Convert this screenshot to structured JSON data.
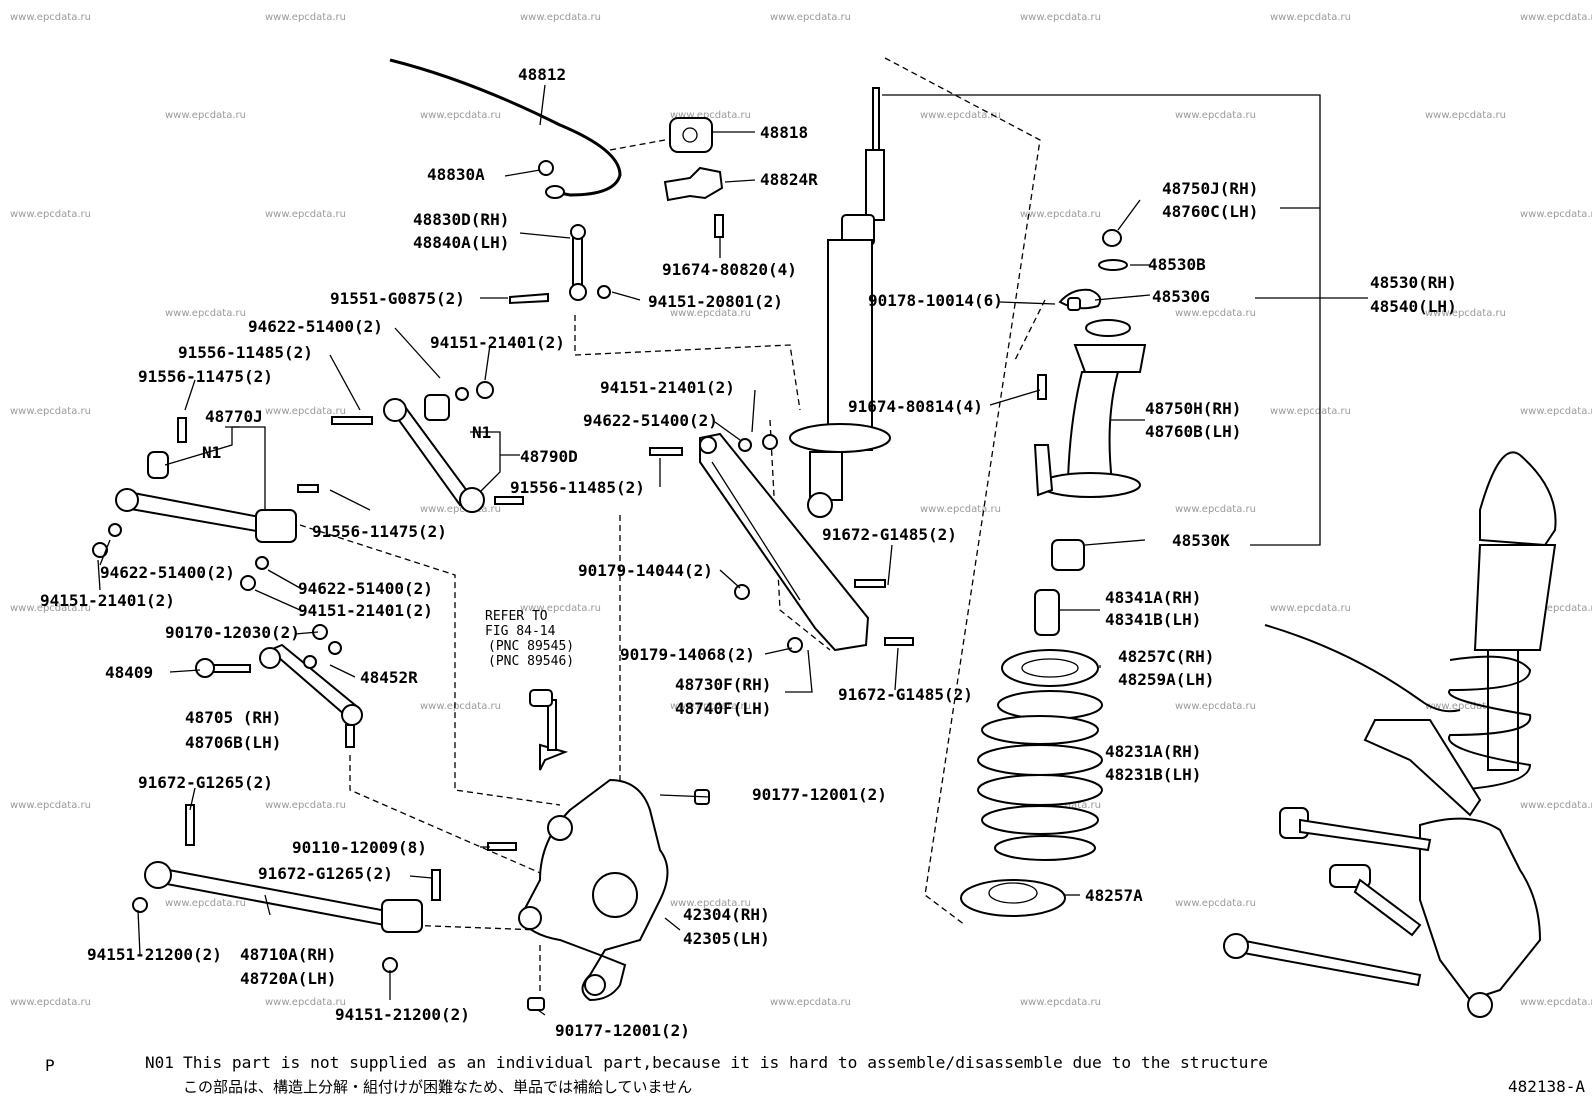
{
  "watermark": "www.epcdata.ru",
  "labels": {
    "p48812": "48812",
    "p48818": "48818",
    "p48830A": "48830A",
    "p48824R": "48824R",
    "p48830D": "48830D(RH)",
    "p48840A": "48840A(LH)",
    "p91674_80820": "91674-80820(4)",
    "p91551": "91551-G0875(2)",
    "p94151_20801": "94151-20801(2)",
    "p94622_a": "94622-51400(2)",
    "p94151_21401_a": "94151-21401(2)",
    "p91556_11485_a": "91556-11485(2)",
    "p91556_11475_a": "91556-11475(2)",
    "p48770J": "48770J",
    "n1_a": "N1",
    "n1_b": "N1",
    "p48790D": "48790D",
    "p91556_11475_b": "91556-11475(2)",
    "p94622_b": "94622-51400(2)",
    "p94151_21401_b": "94151-21401(2)",
    "p94622_c": "94622-51400(2)",
    "p94151_21401_c": "94151-21401(2)",
    "p90170": "90170-12030(2)",
    "p48409": "48409",
    "p48452R": "48452R",
    "p48705": "48705  (RH)",
    "p48706B": "48706B(LH)",
    "p91672_G1265_a": "91672-G1265(2)",
    "p90110": "90110-12009(8)",
    "p91672_G1265_b": "91672-G1265(2)",
    "p94151_21200_a": "94151-21200(2)",
    "p48710A": "48710A(RH)",
    "p48720A": "48720A(LH)",
    "p94151_21200_b": "94151-21200(2)",
    "p94151_21401_d": "94151-21401(2)",
    "p94622_d": "94622-51400(2)",
    "p91556_11485_b": "91556-11485(2)",
    "p90179_14044": "90179-14044(2)",
    "p90179_14068": "90179-14068(2)",
    "p48730F": "48730F(RH)",
    "p48740F": "48740F(LH)",
    "p91672_G1485_a": "91672-G1485(2)",
    "p91672_G1485_b": "91672-G1485(2)",
    "p90177_a": "90177-12001(2)",
    "p42304": "42304(RH)",
    "p42305": "42305(LH)",
    "p90177_b": "90177-12001(2)",
    "p90178": "90178-10014(6)",
    "p91674_80814": "91674-80814(4)",
    "p48750J": "48750J(RH)",
    "p48760C": "48760C(LH)",
    "p48530B": "48530B",
    "p48530G": "48530G",
    "p48530RH": "48530(RH)",
    "p48540LH": "48540(LH)",
    "p48750H": "48750H(RH)",
    "p48760B": "48760B(LH)",
    "p48530K": "48530K",
    "p48341A": "48341A(RH)",
    "p48341B": "48341B(LH)",
    "p48257C": "48257C(RH)",
    "p48259A": "48259A(LH)",
    "p48231A": "48231A(RH)",
    "p48231B": "48231B(LH)",
    "p48257A": "48257A"
  },
  "refer": {
    "line1": "REFER TO",
    "line2": "FIG 84-14",
    "line3": "(PNC 89545)",
    "line4": "(PNC 89546)"
  },
  "footer": {
    "corner": "P",
    "note_code": "N01",
    "note_en": "This part is not supplied as an individual part,because it is hard to assemble/disassemble due to the structure",
    "note_jp": "この部品は、構造上分解・組付けが困難なため、単品では補給していません",
    "figure_id": "482138-A"
  }
}
